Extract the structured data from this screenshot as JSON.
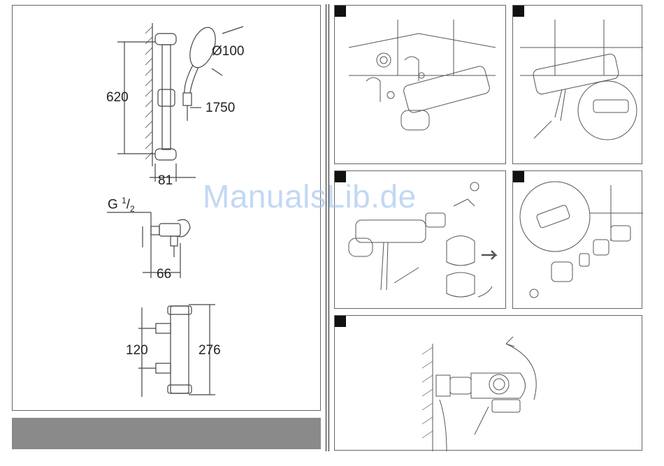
{
  "watermark": "ManualsLib.de",
  "dimensions": {
    "height_total": "620",
    "head_diameter": "Ø100",
    "hose_length": "1750",
    "rail_depth": "81",
    "thread_prefix": "G",
    "thread_num": "1",
    "thread_den": "2",
    "elbow_depth": "66",
    "inlet_spacing": "120",
    "body_length": "276"
  },
  "colors": {
    "mark": "#111111",
    "line": "#555555",
    "watermark": "#a9c8f0",
    "bar": "#8a8a8a"
  }
}
